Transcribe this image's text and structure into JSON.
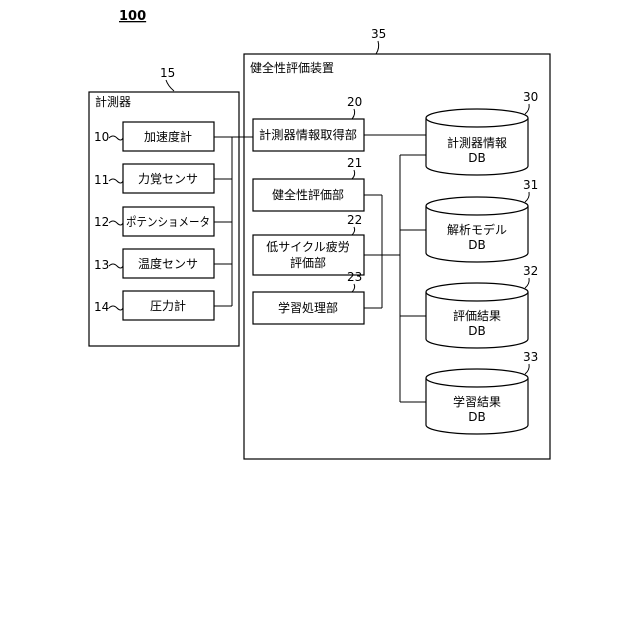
{
  "figure": {
    "ref": "100"
  },
  "measuring_group": {
    "ref": "15",
    "title": "計測器",
    "devices": [
      {
        "ref": "10",
        "label": "加速度計"
      },
      {
        "ref": "11",
        "label": "力覚センサ"
      },
      {
        "ref": "12",
        "label": "ポテンショメータ"
      },
      {
        "ref": "13",
        "label": "温度センサ"
      },
      {
        "ref": "14",
        "label": "圧力計"
      }
    ]
  },
  "evaluation_device": {
    "ref": "35",
    "title": "健全性評価装置",
    "units": [
      {
        "ref": "20",
        "lines": [
          "計測器情報取得部"
        ]
      },
      {
        "ref": "21",
        "lines": [
          "健全性評価部"
        ]
      },
      {
        "ref": "22",
        "lines": [
          "低サイクル疲労",
          "評価部"
        ]
      },
      {
        "ref": "23",
        "lines": [
          "学習処理部"
        ]
      }
    ],
    "databases": [
      {
        "ref": "30",
        "line1": "計測器情報",
        "line2": "DB"
      },
      {
        "ref": "31",
        "line1": "解析モデル",
        "line2": "DB"
      },
      {
        "ref": "32",
        "line1": "評価結果",
        "line2": "DB"
      },
      {
        "ref": "33",
        "line1": "学習結果",
        "line2": "DB"
      }
    ]
  }
}
